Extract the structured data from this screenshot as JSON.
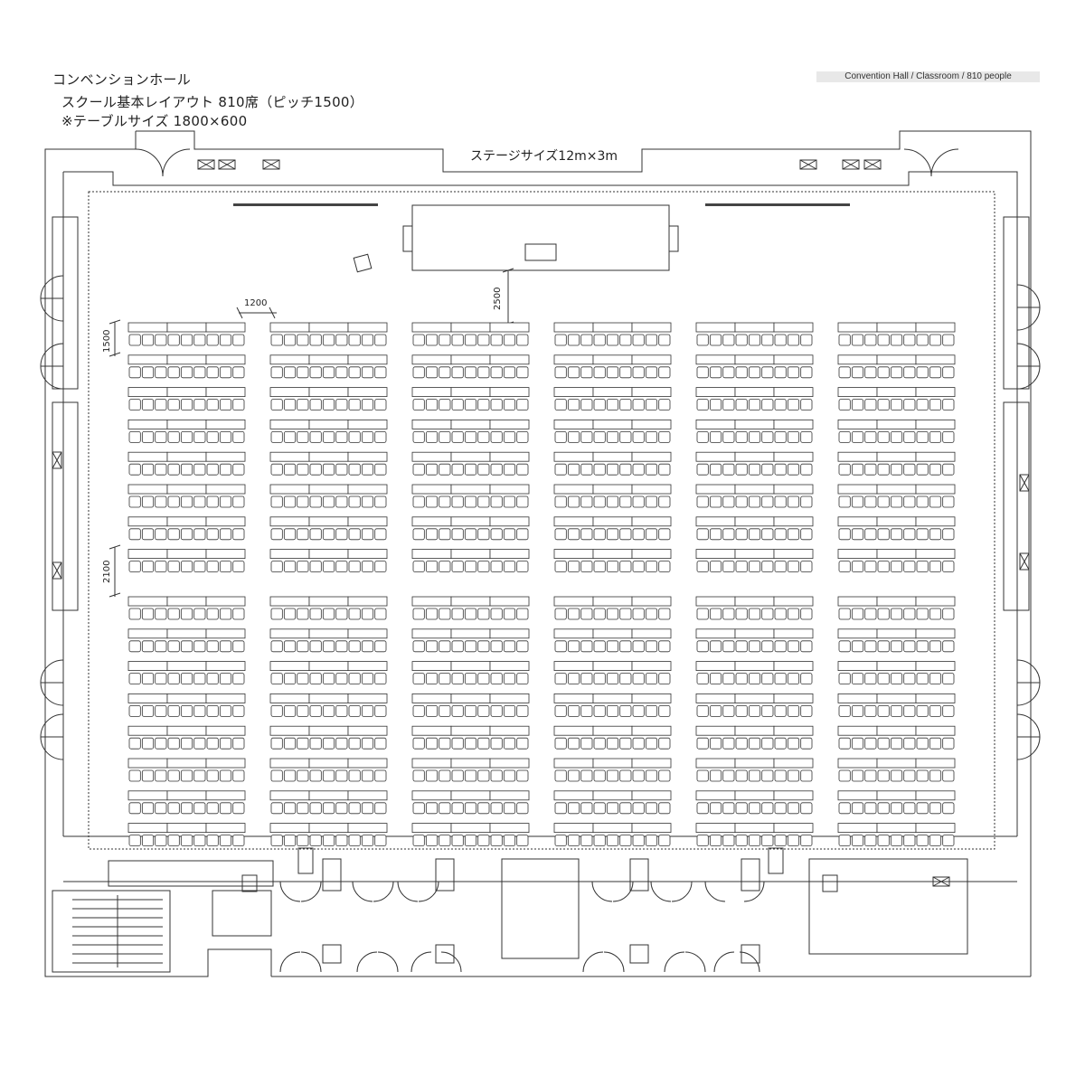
{
  "header": {
    "title": "コンベンションホール",
    "subtitle": "スクール基本レイアウト 810席（ピッチ1500）",
    "note": "※テーブルサイズ 1800×600",
    "badge": "Convention Hall / Classroom / 810 people"
  },
  "stage": {
    "label": "ステージサイズ12m×3m"
  },
  "dimensions": {
    "aisle": "1200",
    "pitch": "1500",
    "stage_gap": "2500",
    "block_gap": "2100"
  },
  "seating": {
    "column_blocks": 6,
    "rows_per_group": 8,
    "row_groups": 2,
    "tables_per_row": 3,
    "chairs_per_table": 3,
    "total_seats": 810
  },
  "colors": {
    "line": "#333333",
    "fill": "#ffffff",
    "stage_fill": "#ffffff"
  }
}
